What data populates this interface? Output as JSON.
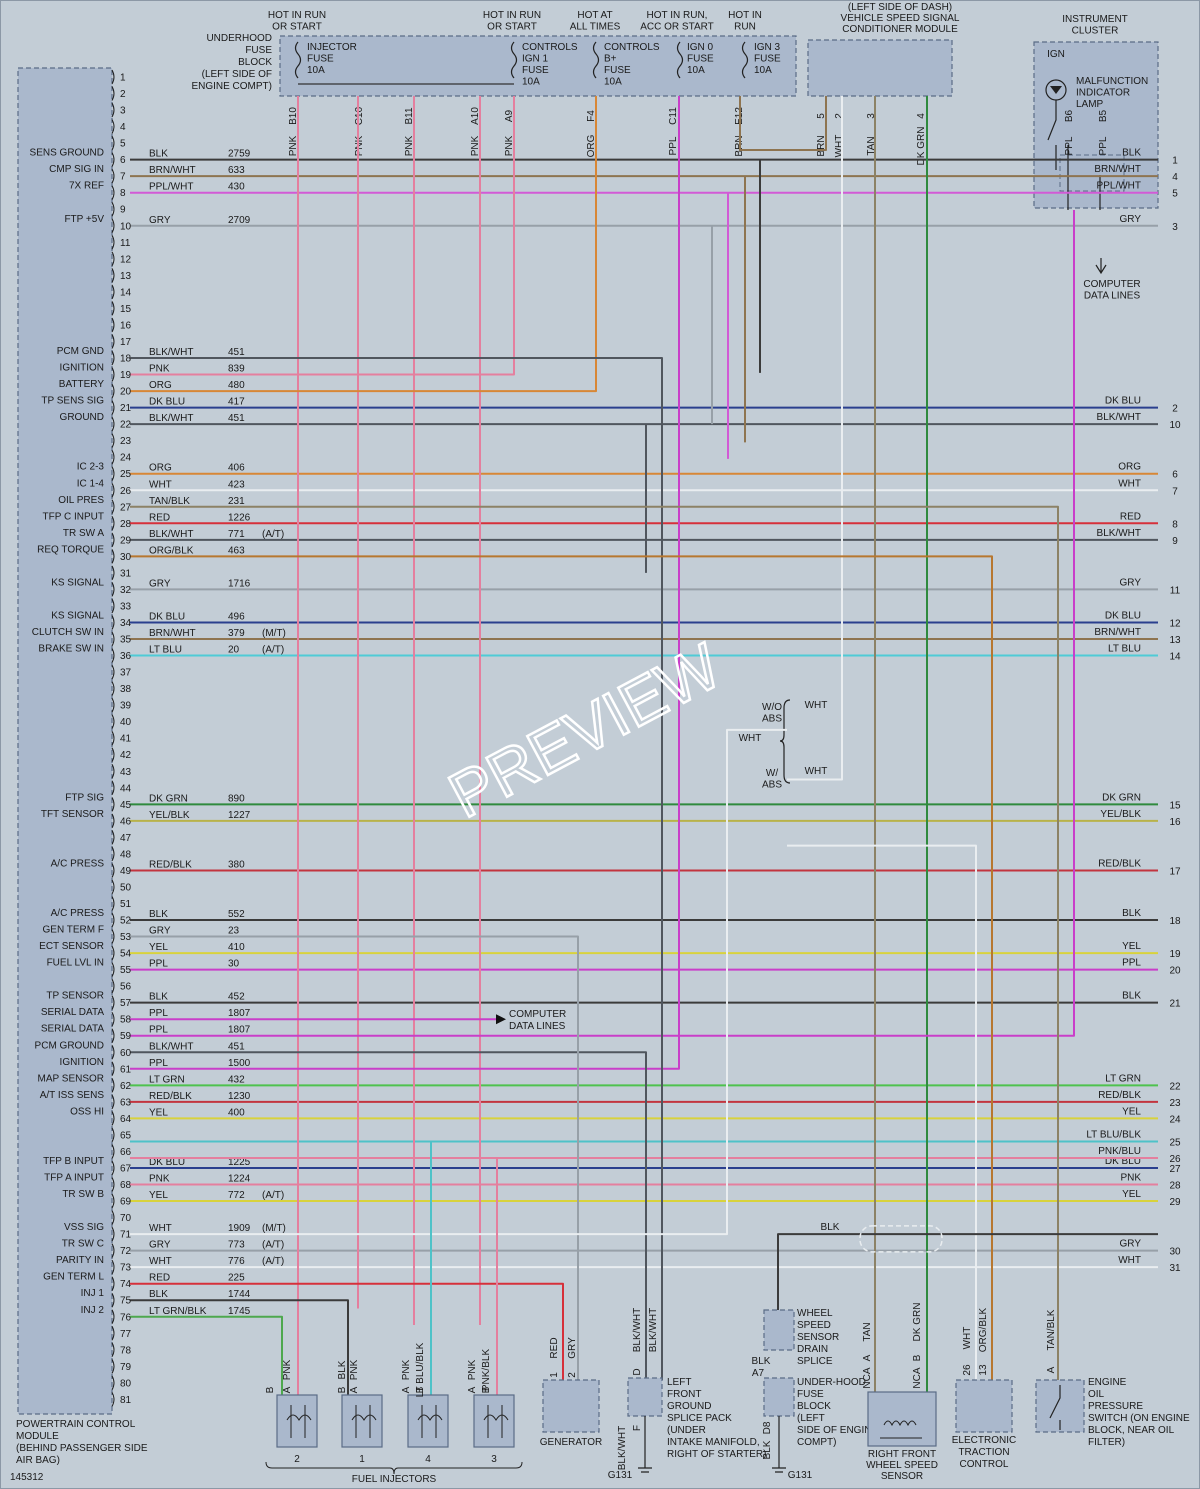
{
  "diagram_id": "145312",
  "watermark": "PREVIEW",
  "header": {
    "hot_run_start_1": "HOT IN RUN OR START",
    "hot_run_start_2": "HOT IN RUN OR START",
    "hot_at_all_times": "HOT AT ALL TIMES",
    "hot_run_acc_start": "HOT IN RUN, ACC OR START",
    "hot_in_run": "HOT IN RUN",
    "underhood_fuse_block": "UNDERHOOD FUSE BLOCK (LEFT SIDE OF ENGINE COMPT)",
    "injector_fuse": "INJECTOR FUSE 10A",
    "controls_ign1": "CONTROLS IGN 1 FUSE 10A",
    "controls_bplus": "CONTROLS B+ FUSE 10A",
    "ign0_fuse": "IGN 0 FUSE 10A",
    "ign3_fuse": "IGN 3 FUSE 10A",
    "vss_module": "(LEFT SIDE OF DASH) VEHICLE SPEED SIGNAL CONDITIONER MODULE",
    "instrument_cluster": "INSTRUMENT CLUSTER",
    "ign": "IGN",
    "mil": "MALFUNCTION INDICATOR LAMP",
    "computer_data_lines": "COMPUTER DATA LINES"
  },
  "top_connectors": [
    "B10",
    "C10",
    "B11",
    "A10",
    "A9",
    "F4",
    "C11",
    "E12",
    "5",
    "2",
    "3",
    "4",
    "B6",
    "B5"
  ],
  "top_wires": [
    "PNK",
    "PNK",
    "PNK",
    "PNK",
    "PNK",
    "ORG",
    "PPL",
    "BRN",
    "BRN",
    "WHT",
    "TAN",
    "DK GRN",
    "PPL",
    "PPL"
  ],
  "pcm": {
    "title": "POWERTRAIN CONTROL MODULE (BEHIND PASSENGER SIDE AIR BAG)",
    "pin_labels": [
      {
        "pin": 6,
        "label": "SENS GROUND"
      },
      {
        "pin": 7,
        "label": "CMP SIG IN"
      },
      {
        "pin": 8,
        "label": "7X REF"
      },
      {
        "pin": 10,
        "label": "FTP +5V"
      },
      {
        "pin": 18,
        "label": "PCM GND"
      },
      {
        "pin": 19,
        "label": "IGNITION"
      },
      {
        "pin": 20,
        "label": "BATTERY"
      },
      {
        "pin": 21,
        "label": "TP SENS SIG"
      },
      {
        "pin": 22,
        "label": "GROUND"
      },
      {
        "pin": 25,
        "label": "IC 2-3"
      },
      {
        "pin": 26,
        "label": "IC 1-4"
      },
      {
        "pin": 27,
        "label": "OIL PRES"
      },
      {
        "pin": 28,
        "label": "TFP C INPUT"
      },
      {
        "pin": 29,
        "label": "TR SW A"
      },
      {
        "pin": 30,
        "label": "REQ TORQUE"
      },
      {
        "pin": 32,
        "label": "KS SIGNAL"
      },
      {
        "pin": 34,
        "label": "KS SIGNAL"
      },
      {
        "pin": 35,
        "label": "CLUTCH SW IN"
      },
      {
        "pin": 36,
        "label": "BRAKE SW IN"
      },
      {
        "pin": 45,
        "label": "FTP SIG"
      },
      {
        "pin": 46,
        "label": "TFT SENSOR"
      },
      {
        "pin": 49,
        "label": "A/C PRESS"
      },
      {
        "pin": 52,
        "label": "A/C PRESS"
      },
      {
        "pin": 53,
        "label": "GEN TERM F"
      },
      {
        "pin": 54,
        "label": "ECT SENSOR"
      },
      {
        "pin": 55,
        "label": "FUEL LVL IN"
      },
      {
        "pin": 57,
        "label": "TP SENSOR"
      },
      {
        "pin": 58,
        "label": "SERIAL DATA"
      },
      {
        "pin": 59,
        "label": "SERIAL DATA"
      },
      {
        "pin": 60,
        "label": "PCM GROUND"
      },
      {
        "pin": 61,
        "label": "IGNITION"
      },
      {
        "pin": 62,
        "label": "MAP SENSOR"
      },
      {
        "pin": 63,
        "label": "A/T ISS SENS"
      },
      {
        "pin": 64,
        "label": "OSS HI"
      },
      {
        "pin": 67,
        "label": "TFP B INPUT"
      },
      {
        "pin": 68,
        "label": "TFP A INPUT"
      },
      {
        "pin": 69,
        "label": "TR SW B"
      },
      {
        "pin": 71,
        "label": "VSS SIG"
      },
      {
        "pin": 72,
        "label": "TR SW C"
      },
      {
        "pin": 73,
        "label": "PARITY IN"
      },
      {
        "pin": 74,
        "label": "GEN TERM L"
      },
      {
        "pin": 75,
        "label": "INJ 1"
      },
      {
        "pin": 76,
        "label": "INJ 2"
      }
    ]
  },
  "wires": [
    {
      "pin": 6,
      "color": "BLK",
      "circuit": "2759",
      "hex": "#3b3b3b"
    },
    {
      "pin": 7,
      "color": "BRN/WHT",
      "circuit": "633",
      "hex": "#8e7450"
    },
    {
      "pin": 8,
      "color": "PPL/WHT",
      "circuit": "430",
      "hex": "#d25ad6"
    },
    {
      "pin": 10,
      "color": "GRY",
      "circuit": "2709",
      "hex": "#97a0a8"
    },
    {
      "pin": 18,
      "color": "BLK/WHT",
      "circuit": "451",
      "hex": "#50565e"
    },
    {
      "pin": 19,
      "color": "PNK",
      "circuit": "839",
      "hex": "#e47f9e"
    },
    {
      "pin": 20,
      "color": "ORG",
      "circuit": "480",
      "hex": "#d88736"
    },
    {
      "pin": 21,
      "color": "DK BLU",
      "circuit": "417",
      "hex": "#2a3f8e"
    },
    {
      "pin": 22,
      "color": "BLK/WHT",
      "circuit": "451",
      "hex": "#50565e"
    },
    {
      "pin": 25,
      "color": "ORG",
      "circuit": "406",
      "hex": "#d88736"
    },
    {
      "pin": 26,
      "color": "WHT",
      "circuit": "423",
      "hex": "#e9edf0"
    },
    {
      "pin": 27,
      "color": "TAN/BLK",
      "circuit": "231",
      "hex": "#8c8266"
    },
    {
      "pin": 28,
      "color": "RED",
      "circuit": "1226",
      "hex": "#d6303a"
    },
    {
      "pin": 29,
      "color": "BLK/WHT",
      "circuit": "771",
      "note": "(A/T)",
      "hex": "#50565e"
    },
    {
      "pin": 30,
      "color": "ORG/BLK",
      "circuit": "463",
      "hex": "#b7772f"
    },
    {
      "pin": 32,
      "color": "GRY",
      "circuit": "1716",
      "hex": "#97a0a8"
    },
    {
      "pin": 34,
      "color": "DK BLU",
      "circuit": "496",
      "hex": "#2a3f8e"
    },
    {
      "pin": 35,
      "color": "BRN/WHT",
      "circuit": "379",
      "note": "(M/T)",
      "hex": "#8e7450"
    },
    {
      "pin": 36,
      "color": "LT BLU",
      "circuit": "20",
      "note": "(A/T)",
      "hex": "#4ecbd6"
    },
    {
      "pin": 45,
      "color": "DK GRN",
      "circuit": "890",
      "hex": "#2f8a3e"
    },
    {
      "pin": 46,
      "color": "YEL/BLK",
      "circuit": "1227",
      "hex": "#b8b24a"
    },
    {
      "pin": 49,
      "color": "RED/BLK",
      "circuit": "380",
      "hex": "#c2343e"
    },
    {
      "pin": 52,
      "color": "BLK",
      "circuit": "552",
      "hex": "#3b3b3b"
    },
    {
      "pin": 53,
      "color": "GRY",
      "circuit": "23",
      "hex": "#97a0a8"
    },
    {
      "pin": 54,
      "color": "YEL",
      "circuit": "410",
      "hex": "#d8d23c"
    },
    {
      "pin": 55,
      "color": "PPL",
      "circuit": "30",
      "hex": "#c93ec9"
    },
    {
      "pin": 57,
      "color": "BLK",
      "circuit": "452",
      "hex": "#3b3b3b"
    },
    {
      "pin": 58,
      "color": "PPL",
      "circuit": "1807",
      "hex": "#c93ec9"
    },
    {
      "pin": 59,
      "color": "PPL",
      "circuit": "1807",
      "hex": "#c93ec9"
    },
    {
      "pin": 60,
      "color": "BLK/WHT",
      "circuit": "451",
      "hex": "#50565e"
    },
    {
      "pin": 61,
      "color": "PPL",
      "circuit": "1500",
      "hex": "#c93ec9"
    },
    {
      "pin": 62,
      "color": "LT GRN",
      "circuit": "432",
      "hex": "#4ec24e"
    },
    {
      "pin": 63,
      "color": "RED/BLK",
      "circuit": "1230",
      "hex": "#c2343e"
    },
    {
      "pin": 64,
      "color": "YEL",
      "circuit": "400",
      "hex": "#d8d23c"
    },
    {
      "pin": 67,
      "color": "DK BLU",
      "circuit": "1225",
      "hex": "#2a3f8e"
    },
    {
      "pin": 68,
      "color": "PNK",
      "circuit": "1224",
      "hex": "#e47f9e"
    },
    {
      "pin": 69,
      "color": "YEL",
      "circuit": "772",
      "note": "(A/T)",
      "hex": "#d8d23c"
    },
    {
      "pin": 71,
      "color": "WHT",
      "circuit": "1909",
      "note": "(M/T)",
      "hex": "#e9edf0"
    },
    {
      "pin": 72,
      "color": "GRY",
      "circuit": "773",
      "note": "(A/T)",
      "hex": "#97a0a8"
    },
    {
      "pin": 73,
      "color": "WHT",
      "circuit": "776",
      "note": "(A/T)",
      "hex": "#e9edf0"
    },
    {
      "pin": 74,
      "color": "RED",
      "circuit": "225",
      "hex": "#d6303a"
    },
    {
      "pin": 75,
      "color": "BLK",
      "circuit": "1744",
      "hex": "#3b3b3b"
    },
    {
      "pin": 76,
      "color": "LT GRN/BLK",
      "circuit": "1745",
      "hex": "#4ea84e"
    }
  ],
  "right_bus": [
    {
      "num": "1",
      "color": "BLK",
      "pin": 6,
      "hex": "#3b3b3b"
    },
    {
      "num": "2",
      "color": "DK BLU",
      "pin": 21,
      "hex": "#2a3f8e"
    },
    {
      "num": "3",
      "color": "GRY",
      "pin": 10,
      "hex": "#97a0a8"
    },
    {
      "num": "4",
      "color": "BRN/WHT",
      "pin": 7,
      "hex": "#8e7450"
    },
    {
      "num": "5",
      "color": "PPL/WHT",
      "pin": 8,
      "hex": "#d25ad6"
    },
    {
      "num": "6",
      "color": "ORG",
      "pin": 25,
      "hex": "#d88736"
    },
    {
      "num": "7",
      "color": "WHT",
      "pin": 26,
      "hex": "#e9edf0"
    },
    {
      "num": "8",
      "color": "RED",
      "pin": 28,
      "hex": "#d6303a"
    },
    {
      "num": "9",
      "color": "BLK/WHT",
      "pin": 29,
      "hex": "#50565e"
    },
    {
      "num": "10",
      "color": "BLK/WHT",
      "pin": 22,
      "hex": "#50565e"
    },
    {
      "num": "11",
      "color": "GRY",
      "pin": 32,
      "hex": "#97a0a8"
    },
    {
      "num": "12",
      "color": "DK BLU",
      "pin": 34,
      "hex": "#2a3f8e"
    },
    {
      "num": "13",
      "color": "BRN/WHT",
      "pin": 35,
      "hex": "#8e7450"
    },
    {
      "num": "14",
      "color": "LT BLU",
      "pin": 36,
      "hex": "#4ecbd6"
    },
    {
      "num": "15",
      "color": "DK GRN",
      "pin": 45,
      "hex": "#2f8a3e"
    },
    {
      "num": "16",
      "color": "YEL/BLK",
      "pin": 46,
      "hex": "#b8b24a"
    },
    {
      "num": "17",
      "color": "RED/BLK",
      "pin": 49,
      "hex": "#c2343e"
    },
    {
      "num": "18",
      "color": "BLK",
      "pin": 52,
      "hex": "#3b3b3b"
    },
    {
      "num": "19",
      "color": "YEL",
      "pin": 54,
      "hex": "#d8d23c"
    },
    {
      "num": "20",
      "color": "PPL",
      "pin": 55,
      "hex": "#c93ec9"
    },
    {
      "num": "21",
      "color": "BLK",
      "pin": 57,
      "hex": "#3b3b3b"
    },
    {
      "num": "22",
      "color": "LT GRN",
      "pin": 62,
      "hex": "#4ec24e"
    },
    {
      "num": "23",
      "color": "RED/BLK",
      "pin": 63,
      "hex": "#c2343e"
    },
    {
      "num": "24",
      "color": "YEL",
      "pin": 64,
      "hex": "#d8d23c"
    },
    {
      "num": "25",
      "color": "LT BLU/BLK",
      "pin": 65.4,
      "hex": "#4ec2c8"
    },
    {
      "num": "26",
      "color": "PNK/BLU",
      "pin": 66.4,
      "hex": "#e47f9e"
    },
    {
      "num": "27",
      "color": "DK BLU",
      "pin": 67,
      "hex": "#2a3f8e"
    },
    {
      "num": "28",
      "color": "PNK",
      "pin": 68,
      "hex": "#e47f9e"
    },
    {
      "num": "29",
      "color": "YEL",
      "pin": 69,
      "hex": "#d8d23c"
    },
    {
      "num": "30",
      "color": "GRY",
      "pin": 72,
      "hex": "#97a0a8"
    },
    {
      "num": "31",
      "color": "WHT",
      "pin": 73,
      "hex": "#e9edf0"
    }
  ],
  "abs": {
    "wo_abs": "W/O ABS",
    "w_abs": "W/ ABS",
    "wht": "WHT"
  },
  "bottom": {
    "fuel_injectors": "FUEL INJECTORS",
    "injector_numbers": [
      "2",
      "1",
      "4",
      "3"
    ],
    "generator": "GENERATOR",
    "left_front_ground": "LEFT FRONT GROUND SPLICE PACK (UNDER INTAKE MANIFOLD, RIGHT OF STARTER)",
    "wss_drain": "WHEEL SPEED SENSOR DRAIN SPLICE",
    "underhood_fuse_block": "UNDER-HOOD FUSE BLOCK (LEFT SIDE OF ENGINE COMPT)",
    "right_front_wss": "RIGHT FRONT WHEEL SPEED SENSOR",
    "etc_module": "ELECTRONIC TRACTION CONTROL MODULE",
    "oil_pressure_switch": "ENGINE OIL PRESSURE SWITCH (ON ENGINE BLOCK, NEAR OIL FILTER)",
    "g131": "G131",
    "blk": "BLK",
    "nca": "NCA"
  }
}
